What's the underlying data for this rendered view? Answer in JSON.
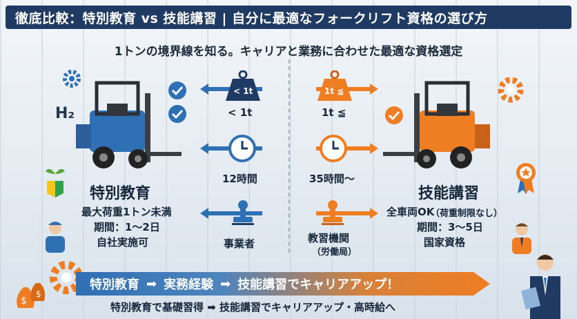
{
  "header": {
    "title": "徹底比較：特別教育 vs 技能講習 | 自分に最適なフォークリフト資格の選び方",
    "subtitle": "1トンの境界線を知る。キャリアと業務に合わせた最適な資格選定"
  },
  "left": {
    "h2_label": "H₂",
    "name": "特別教育",
    "detail1": "最大荷重1トン未満",
    "detail2": "期間：1〜2日",
    "detail3": "自社実施可"
  },
  "right": {
    "name": "技能講習",
    "detail1": "全車両OK",
    "detail1_note": "（荷重制限なし）",
    "detail2": "期間：3〜5日",
    "detail3": "国家資格"
  },
  "rows": {
    "weight_left_tag": "< 1t",
    "weight_left": "< 1t",
    "weight_right_tag": "1t ≦",
    "weight_right": "1t ≦",
    "time_left": "12時間",
    "time_right": "35時間〜",
    "org_left": "事業者",
    "org_right": "教習機関",
    "org_right_note": "（労働局）"
  },
  "banner": {
    "step1": "特別教育",
    "step2": "実務経験",
    "step3": "技能講習でキャリアアップ！"
  },
  "footer": "特別教育で基礎習得 ➡ 技能講習でキャリアアップ・高時給へ",
  "colors": {
    "blue": "#2f6fb4",
    "orange": "#ef7d22",
    "navy": "#1f3a63"
  }
}
